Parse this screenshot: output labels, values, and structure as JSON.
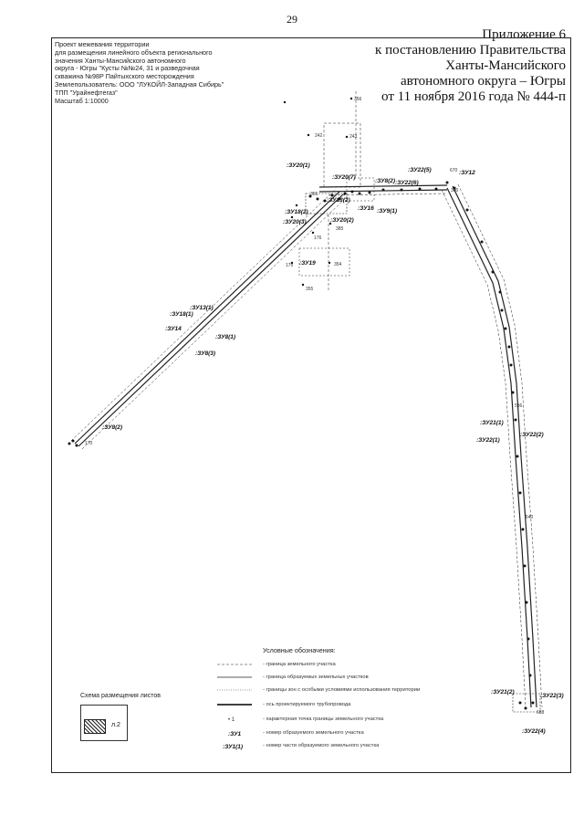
{
  "page_number": "29",
  "appendix": {
    "line1": "Приложение 6",
    "line2": "к постановлению Правительства",
    "line3": "Ханты-Мансийского",
    "line4": "автономного округа – Югры",
    "line5": "от 11 ноября 2016 года № 444-п"
  },
  "project": {
    "line1": "Проект межевания территории",
    "line2": "для размещения линейного объекта регионального",
    "line3": "значения Ханты-Мансийского автономного",
    "line4": "округа - Югры \"Кусты №№24, 31 и разведочная",
    "line5": "скважина №98Р Пайтыхского месторождения",
    "line6": "Землепользователь: ООО \"ЛУКОЙЛ-Западная Сибирь\"",
    "line7": "ТПП \"Урайнефтегаз\"",
    "line8": "Масштаб 1:10000"
  },
  "map_labels": {
    "zu20_1": ":ЗУ20(1)",
    "zu20_7": ":ЗУ20(7)",
    "zu8_2": ":ЗУ8(2)",
    "zu22_5": ":ЗУ22(5)",
    "zu22_6": ":ЗУ22(6)",
    "zu12": ":ЗУ12",
    "zu13_2": ":ЗУ13(2)",
    "zu16": ":ЗУ16",
    "zu18_2": ":ЗУ18(2)",
    "zu9_1": ":ЗУ9(1)",
    "zu20_3": ":ЗУ20(3)",
    "zu20_2": ":ЗУ20(2)",
    "zu19": ":ЗУ19",
    "zu13_1": ":ЗУ13(1)",
    "zu18_1": ":ЗУ18(1)",
    "zu14": ":ЗУ14",
    "zu8_1": ":ЗУ8(1)",
    "zu8_3": ":ЗУ8(3)",
    "zu8_2b": ":ЗУ8(2)",
    "zu21_1": ":ЗУ21(1)",
    "zu22_1": ":ЗУ22(1)",
    "zu22_2": ":ЗУ22(2)",
    "zu21_2": ":ЗУ21(2)",
    "zu22_3": ":ЗУ22(3)",
    "zu22_4": ":ЗУ22(4)"
  },
  "point_numbers": {
    "p1": "356",
    "p2": "242",
    "p3": "243",
    "p4": "670",
    "p5": "355",
    "p6": "300",
    "p7": "385",
    "p8": "176",
    "p9": "175",
    "p10": "354",
    "p11": "355",
    "p12": "170",
    "p13": "536",
    "p14": "540",
    "p15": "688"
  },
  "legend": {
    "title": "Условные обозначения:",
    "row1": "- граница земельного участка",
    "row2": "- граница образуемых земельных участков",
    "row3": "- границы зон с особыми условиями использования территории",
    "row4": "- ось проектируемого трубопровода",
    "row5": "- характерная точка границы земельного участка",
    "row6": "- номер образуемого земельного участка",
    "row7": "- номер части образуемого земельного участка",
    "sym5": "• 1",
    "sym6": ":ЗУ1",
    "sym7": ":ЗУ1(1)"
  },
  "scheme": {
    "title": "Схема размещения листов",
    "sheet": "л.2"
  }
}
